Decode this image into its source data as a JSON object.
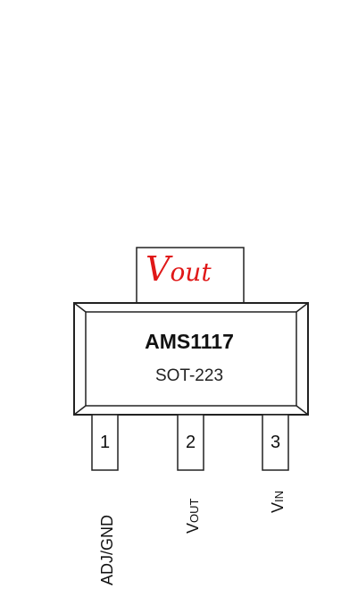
{
  "chip": {
    "name": "AMS1117",
    "package": "SOT-223"
  },
  "tab": {
    "annotation": "Vout"
  },
  "pins": [
    {
      "number": "1",
      "label": "ADJ/GND"
    },
    {
      "number": "2",
      "label_main": "V",
      "label_sub": "OUT"
    },
    {
      "number": "3",
      "label_main": "V",
      "label_sub": "IN"
    }
  ],
  "colors": {
    "outline": "#222222",
    "annotation": "#e01818"
  }
}
